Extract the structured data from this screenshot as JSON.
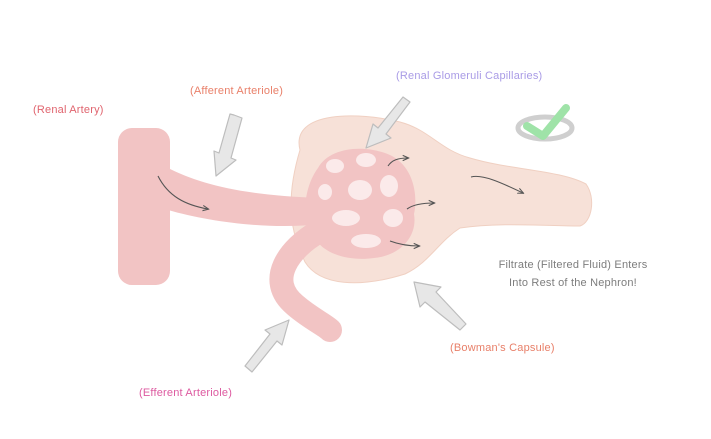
{
  "labels": {
    "renal_artery": "(Renal Artery)",
    "afferent_arteriole": "(Afferent Arteriole)",
    "glomeruli_capillaries": "(Renal Glomeruli Capillaries)",
    "efferent_arteriole": "(Efferent Arteriole)",
    "bowmans_capsule": "(Bowman's Capsule)",
    "filtrate_line1": "Filtrate (Filtered Fluid) Enters",
    "filtrate_line2": "Into Rest of the Nephron!"
  },
  "colors": {
    "renal_artery": "#e0646e",
    "afferent_arteriole": "#e9806a",
    "glomeruli_capillaries": "#a99be6",
    "efferent_arteriole": "#dd5aa0",
    "bowmans_capsule": "#e8806a",
    "filtrate": "#7d7d7d",
    "vessel": "#f2c4c4",
    "capsule": "#f7e1d8",
    "pointer_arrow": "#e7e7e7",
    "pointer_arrow_stroke": "#bdbdbd",
    "logo_green": "#9fe3a8",
    "logo_gray": "#cfcfcf"
  },
  "icons": {
    "logo": "green-check-in-gray-ring-icon"
  }
}
